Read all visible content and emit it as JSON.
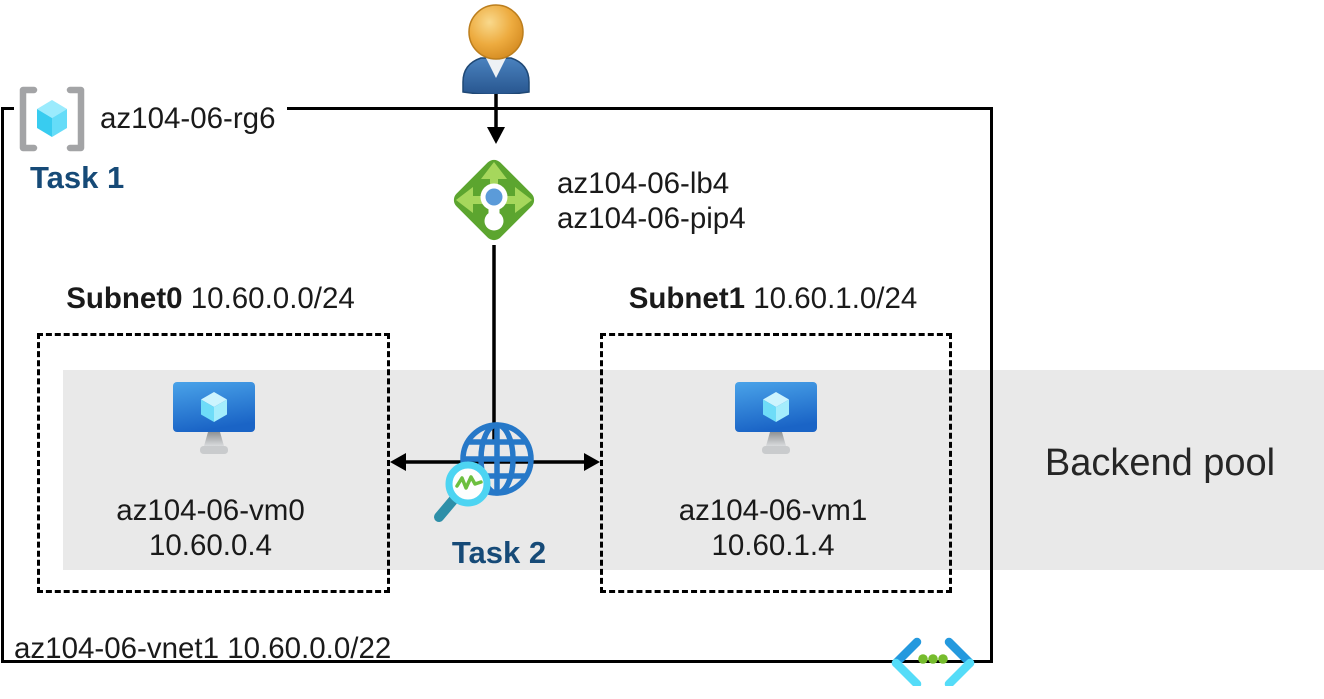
{
  "diagram_title": "Azure load balancer lab diagram",
  "colors": {
    "task_text": "#164A77",
    "backend_band": "#E9E9E9",
    "lb_green": "#5CA52F",
    "lb_arrow_green": "#A6D75C",
    "lb_dot_blue": "#5B9BD9",
    "vm_screen_blue_top": "#4AA3E9",
    "vm_screen_blue_bottom": "#1A64C6",
    "cube_cyan": "#50E6FF",
    "globe_blue": "#2678C8",
    "magnifier_ring": "#4DD4F2",
    "probe_pulse_green": "#6CBF3F",
    "vnet_bracket_dark": "#2499DE",
    "vnet_bracket_light": "#55DCF8",
    "vnet_dot_green": "#76BC2D",
    "rg_bracket_gray": "#A3A4A6"
  },
  "resource_group": {
    "name": "az104-06-rg6",
    "task": "Task 1"
  },
  "load_balancer": {
    "name": "az104-06-lb4",
    "public_ip_name": "az104-06-pip4"
  },
  "subnets": [
    {
      "name": "Subnet0",
      "cidr": "10.60.0.0/24",
      "vm_name": "az104-06-vm0",
      "vm_ip": "10.60.0.4"
    },
    {
      "name": "Subnet1",
      "cidr": "10.60.1.0/24",
      "vm_name": "az104-06-vm1",
      "vm_ip": "10.60.1.4"
    }
  ],
  "health_probe": {
    "task": "Task 2"
  },
  "backend_pool": {
    "label": "Backend pool"
  },
  "vnet": {
    "name": "az104-06-vnet1",
    "cidr": "10.60.0.0/22"
  }
}
